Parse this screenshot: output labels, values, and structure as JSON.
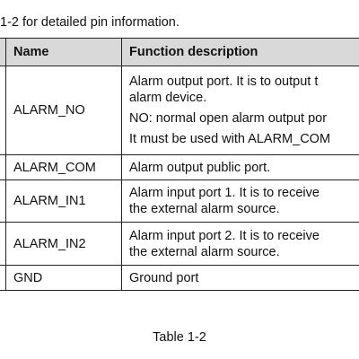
{
  "intro": "1-2 for detailed pin information.",
  "table": {
    "headers": {
      "name": "Name",
      "function": "Function description"
    },
    "rows": [
      {
        "name": "ALARM_NO",
        "lines": [
          "Alarm output port. It is to output t",
          "alarm device.",
          "NO: normal open alarm output por",
          "It must be used with ALARM_COM"
        ]
      },
      {
        "name": "ALARM_COM",
        "lines": [
          "Alarm output public port."
        ]
      },
      {
        "name": "ALARM_IN1",
        "lines": [
          "Alarm input port 1. It is to receive",
          "the external alarm source."
        ]
      },
      {
        "name": "ALARM_IN2",
        "lines": [
          "Alarm input port 2. It is to receive",
          "the external alarm source."
        ]
      },
      {
        "name": "GND",
        "lines": [
          "Ground port"
        ]
      }
    ]
  },
  "caption": "Table 1-2"
}
